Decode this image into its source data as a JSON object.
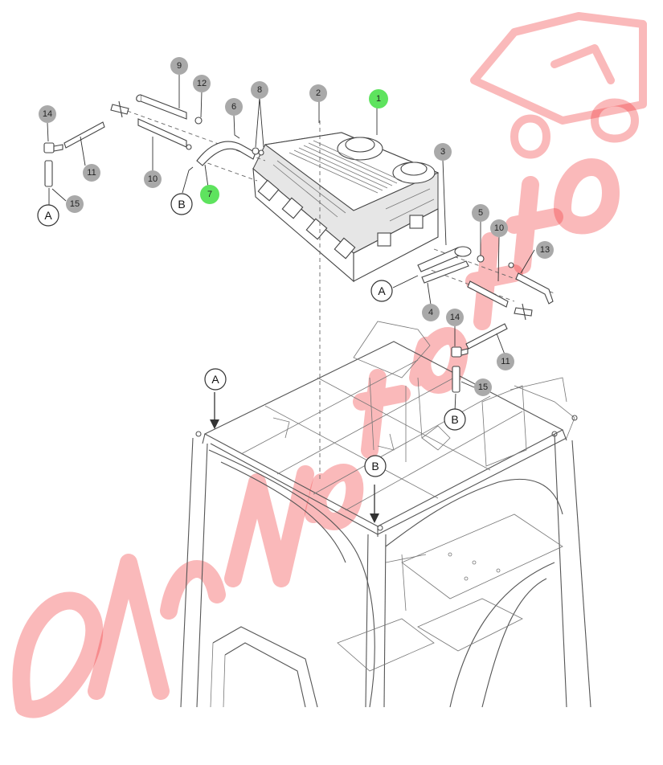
{
  "diagram": {
    "callouts": {
      "grey": [
        "9",
        "12",
        "2",
        "14",
        "6",
        "8",
        "11",
        "10",
        "15",
        "3",
        "5",
        "10",
        "13",
        "4",
        "14",
        "11",
        "15"
      ],
      "green": [
        "1",
        "7"
      ]
    },
    "refs": [
      "A",
      "B",
      "A",
      "A",
      "B",
      "B"
    ]
  },
  "colors": {
    "callout_grey": "#a9a9a9",
    "callout_green": "#5ee35e",
    "watermark_red": "#f0363a",
    "line": "#555555"
  }
}
